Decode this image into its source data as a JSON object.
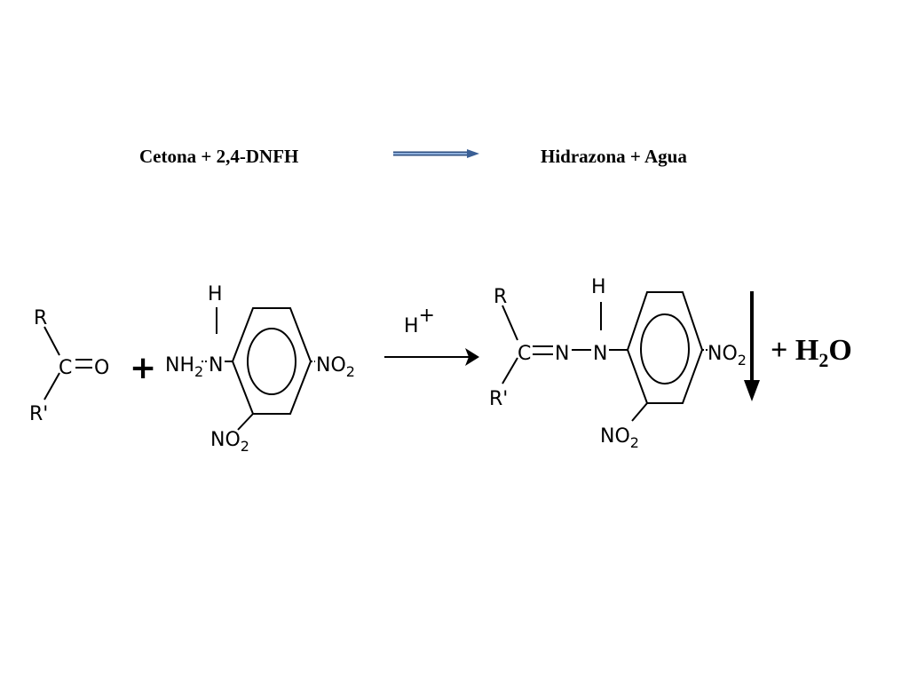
{
  "word_equation": {
    "reactant": "Cetona + 2,4-DNFH",
    "product": "Hidrazona  + Agua",
    "arrow_color": "#4a6fa5"
  },
  "scheme": {
    "ketone": {
      "r": "R",
      "r_prime": "R'",
      "carbon": "C",
      "oxygen": "O"
    },
    "plus_sign": "+",
    "dnph": {
      "hydrogen": "H",
      "nh2": "NH",
      "nh2_sub": "2",
      "nitrogen": "N",
      "no2_para": "NO",
      "no2_para_sub": "2",
      "no2_ortho": "NO",
      "no2_ortho_sub": "2"
    },
    "catalyst": {
      "main": "H",
      "charge": "+"
    },
    "hydrazone": {
      "r": "R",
      "r_prime": "R'",
      "carbon": "C",
      "n1": "N",
      "n2": "N",
      "hydrogen": "H",
      "no2_para": "NO",
      "no2_para_sub": "2",
      "no2_ortho": "NO",
      "no2_ortho_sub": "2"
    },
    "water": {
      "prefix": "+ H",
      "sub": "2",
      "suffix": "O"
    }
  }
}
